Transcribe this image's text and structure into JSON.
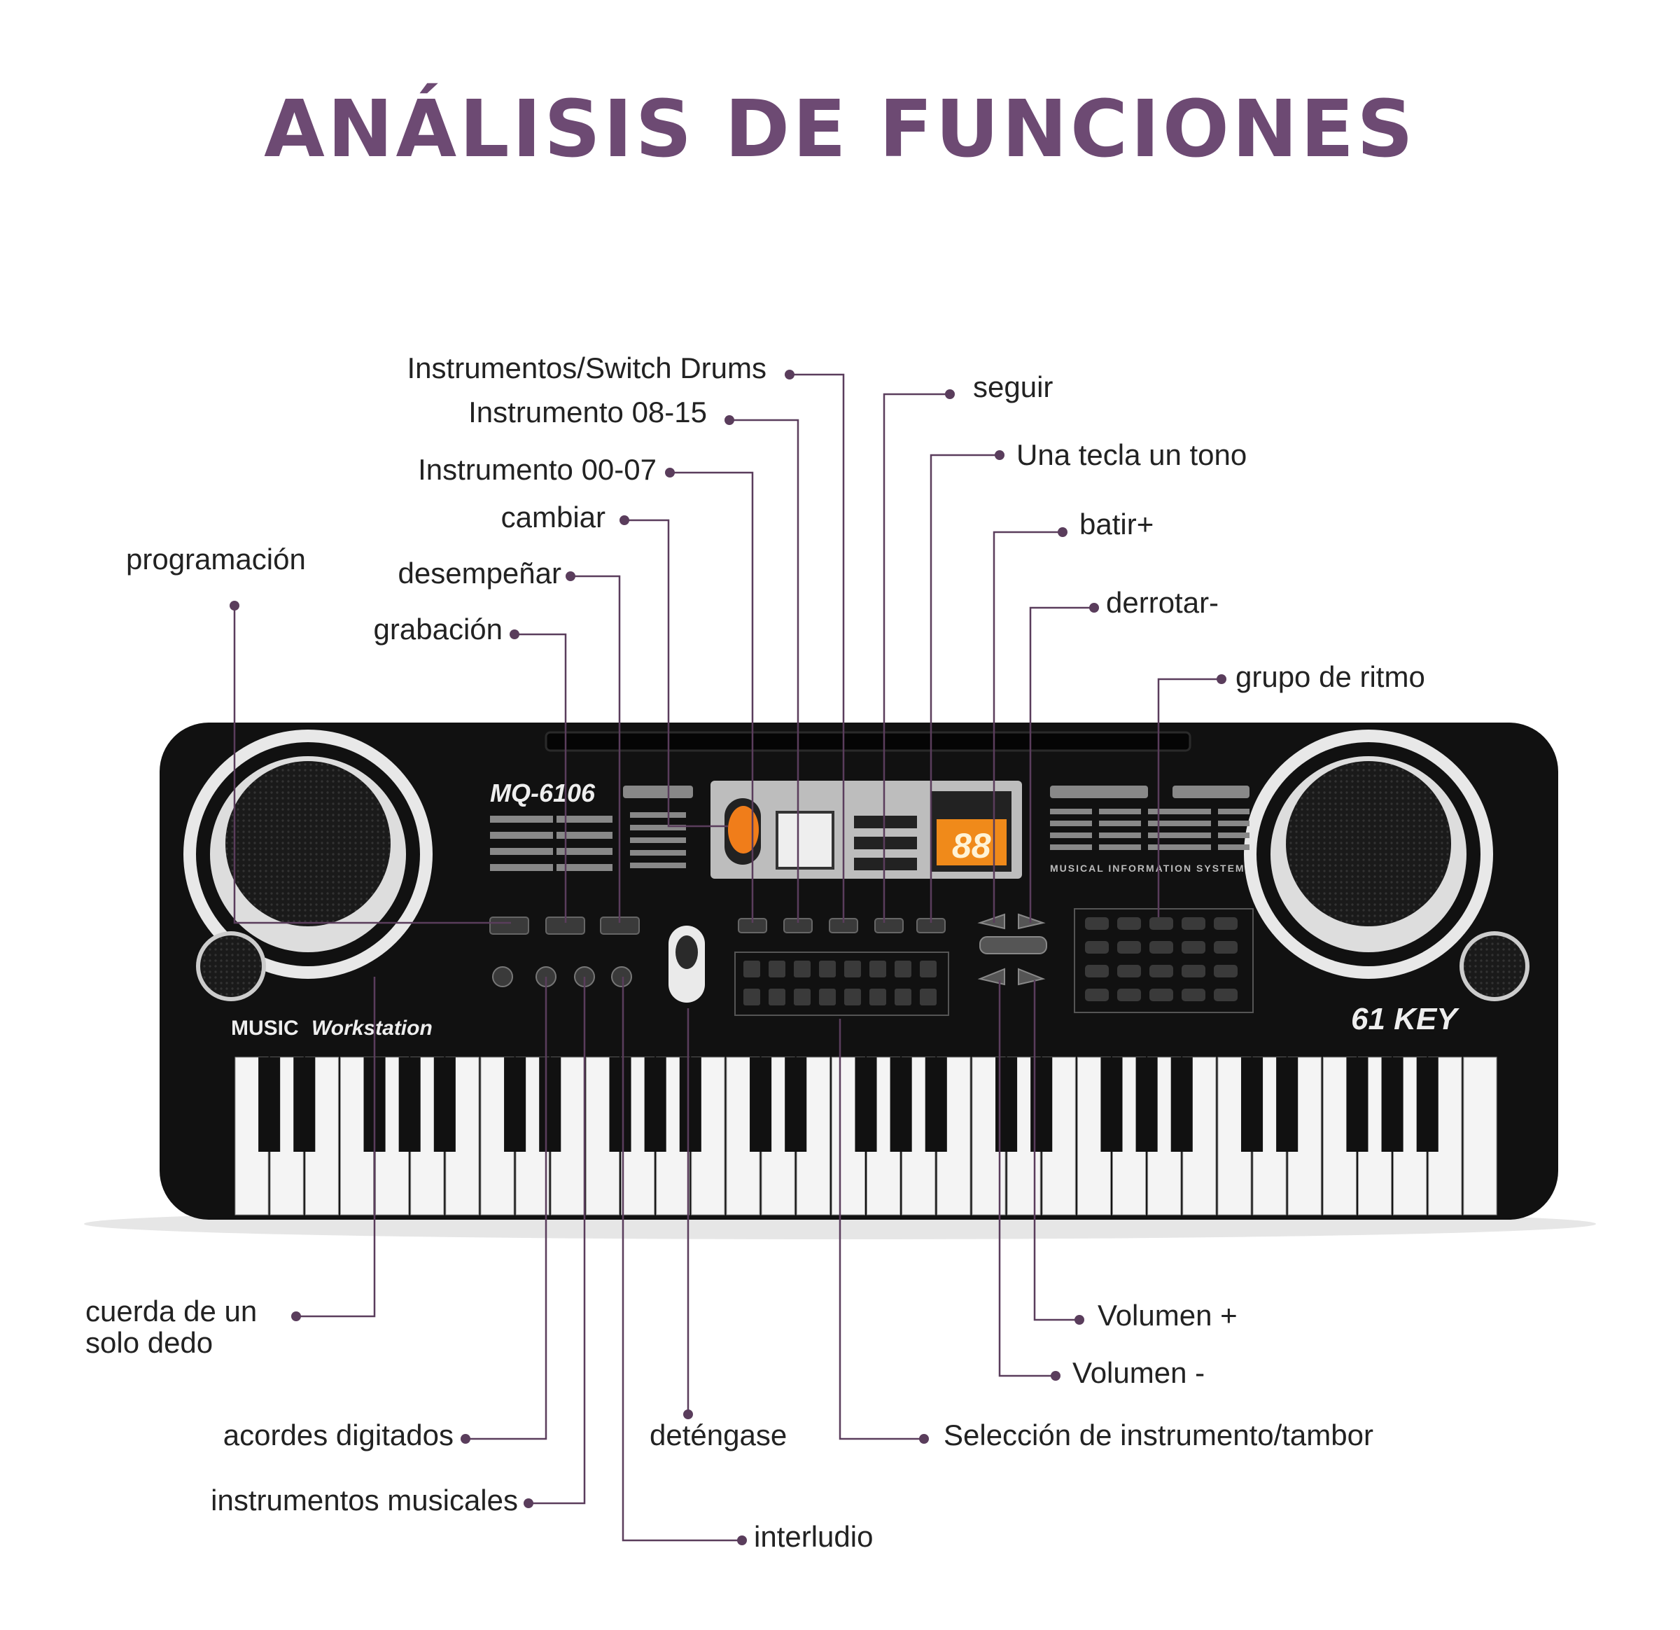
{
  "title": "ANÁLISIS DE FUNCIONES",
  "keyboard": {
    "model": "MQ-6106",
    "brand_line_1": "MUSIC",
    "brand_line_2": "Workstation",
    "key_count": "61 KEY",
    "display_digits": "88",
    "info_system": "MUSICAL INFORMATION SYSTEM"
  },
  "labels": {
    "instrumentos_switch": "Instrumentos/Switch Drums",
    "instrumento_08_15": "Instrumento 08-15",
    "instrumento_00_07": "Instrumento 00-07",
    "cambiar": "cambiar",
    "programacion": "programación",
    "desempenar": "desempeñar",
    "grabacion": "grabación",
    "seguir": "seguir",
    "una_tecla": "Una tecla un tono",
    "batir": "batir+",
    "derrotar": "derrotar-",
    "grupo_ritmo": "grupo de ritmo",
    "cuerda_1": "cuerda de un",
    "cuerda_2": "solo dedo",
    "acordes": "acordes digitados",
    "instrumentos_musicales": "instrumentos musicales",
    "detengase": "deténgase",
    "interludio": "interludio",
    "seleccion": "Selección de instrumento/tambor",
    "volumen_mas": "Volumen +",
    "volumen_menos": "Volumen -"
  },
  "colors": {
    "title": "#6d4a73",
    "leader_line": "#5a3d5c",
    "body": "#111111",
    "display": "#f08a1a"
  }
}
